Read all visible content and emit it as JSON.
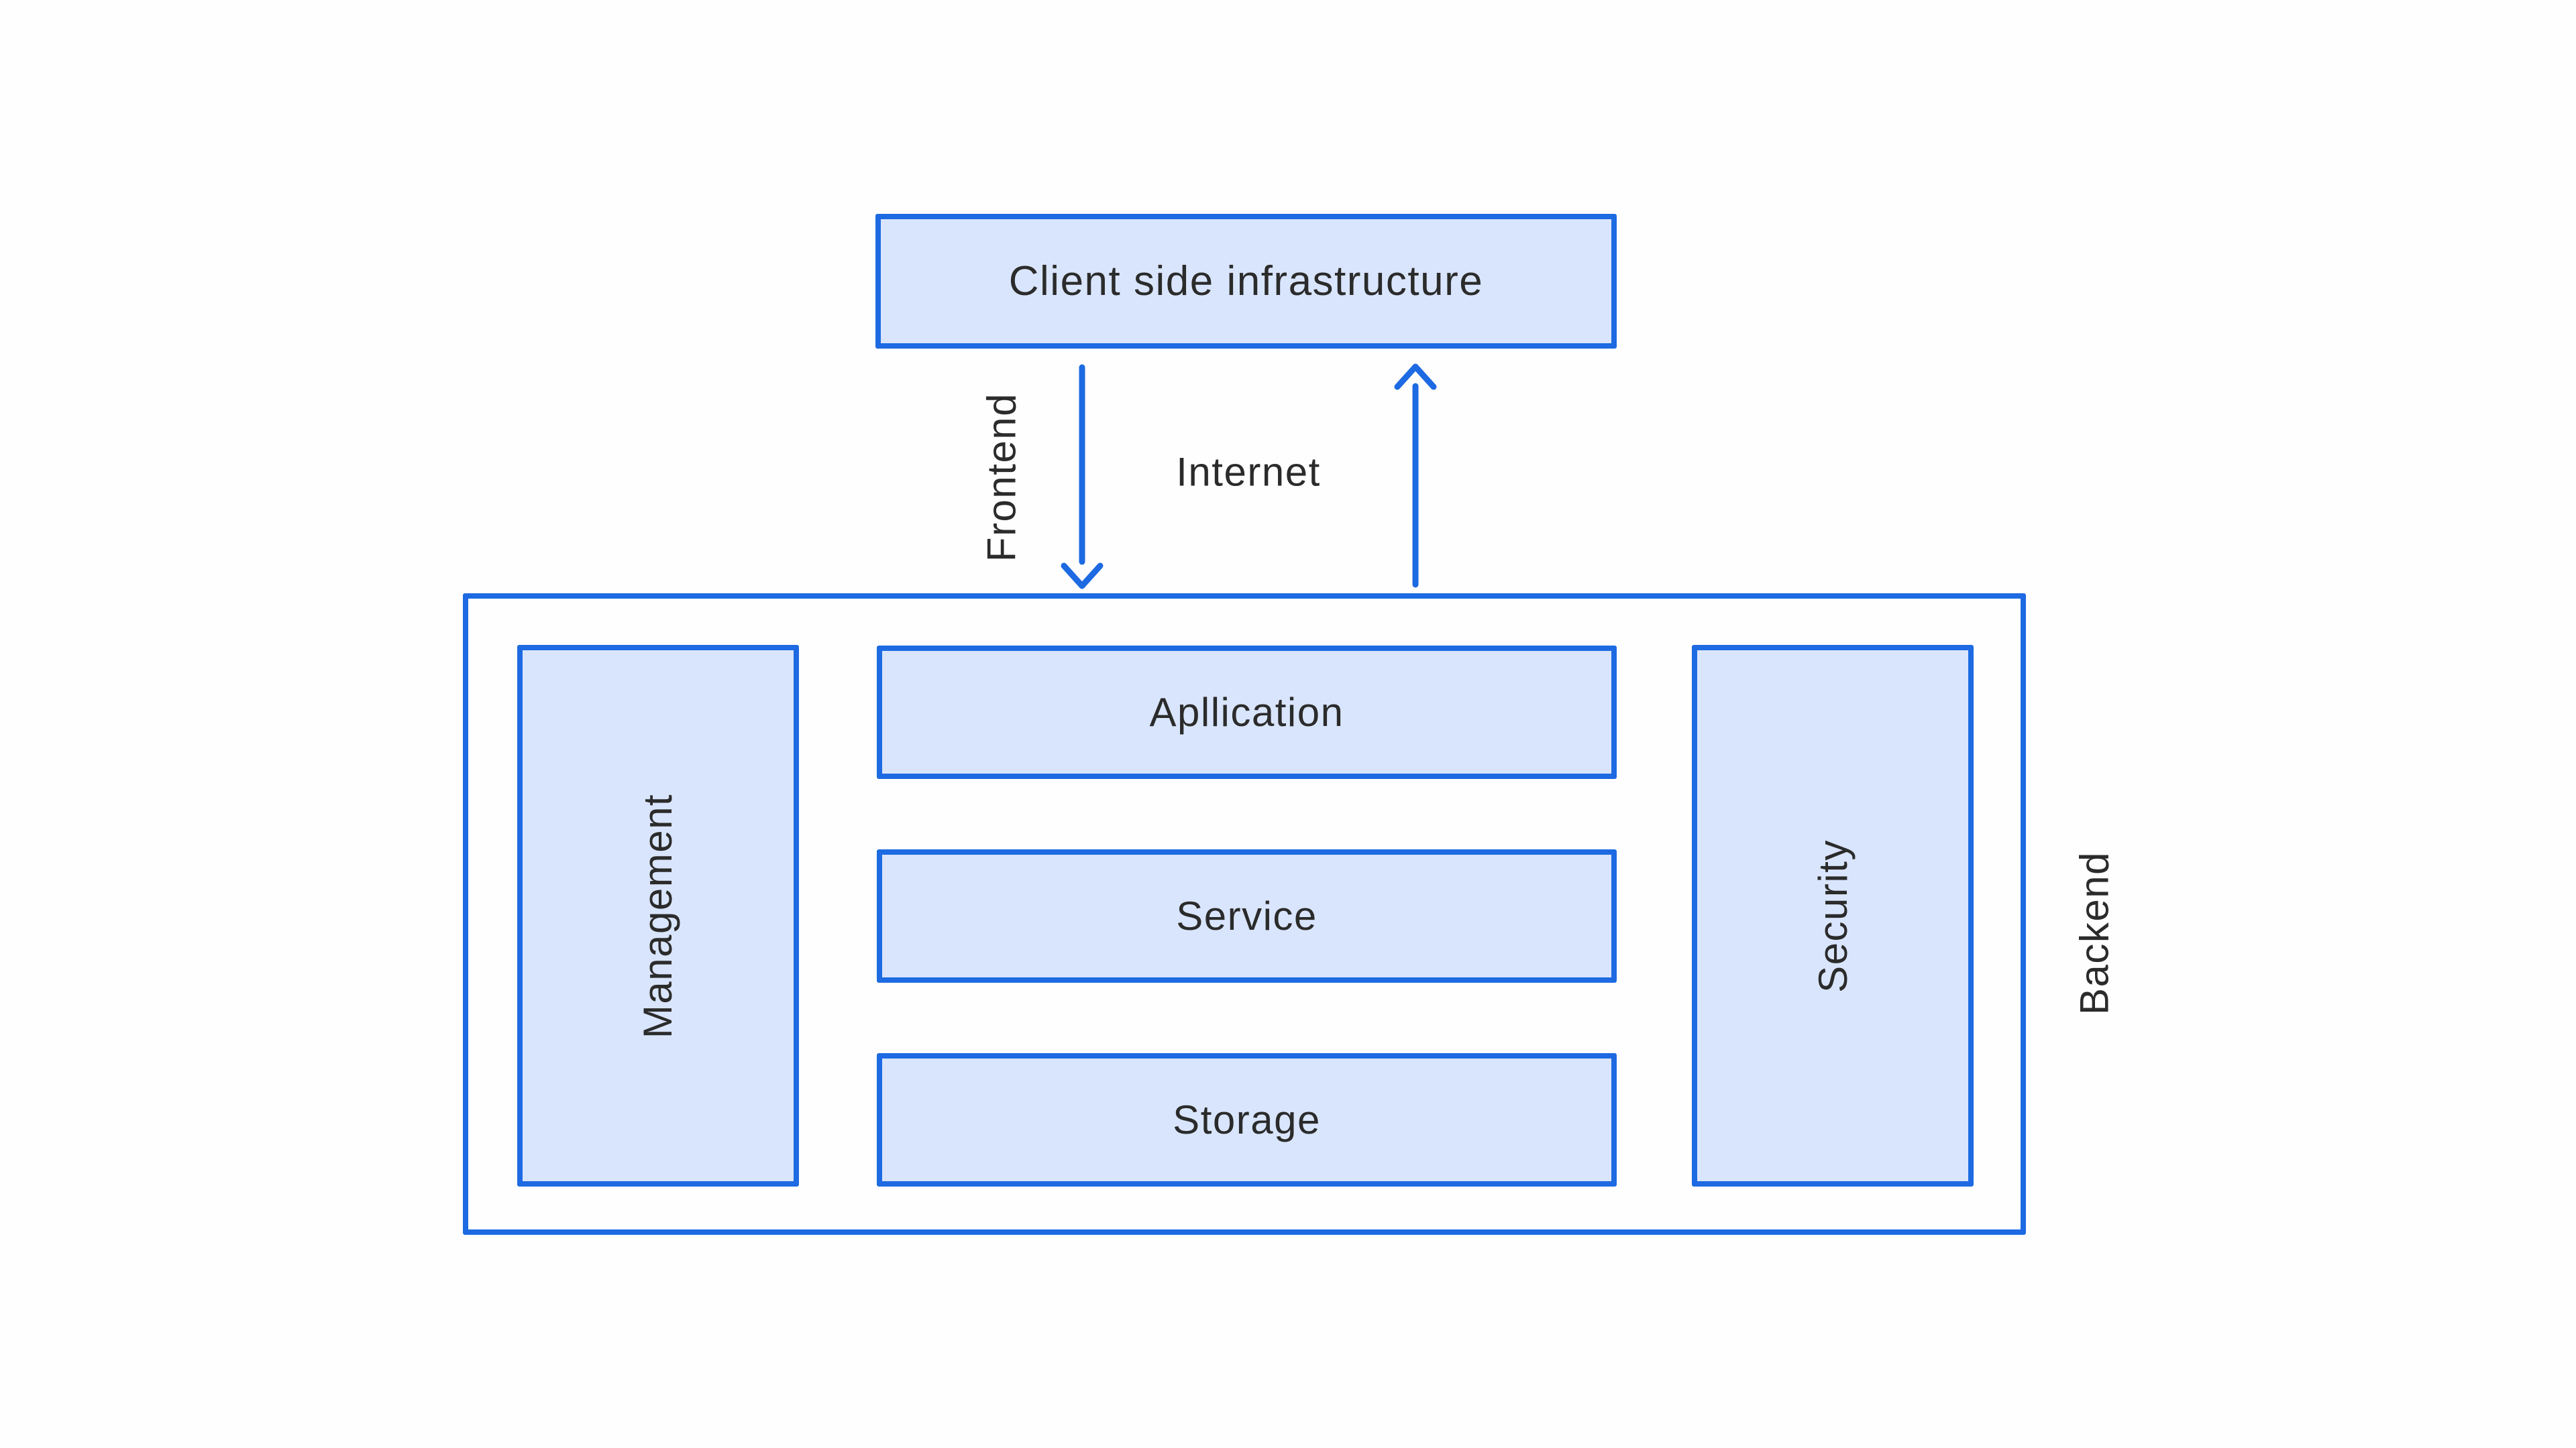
{
  "nodes": {
    "client": "Client side infrastructure",
    "management": "Management",
    "application": "Apllication",
    "service": "Service",
    "storage": "Storage",
    "security": "Security"
  },
  "labels": {
    "frontend": "Frontend",
    "internet": "Internet",
    "backend": "Backend"
  },
  "icons": {
    "request_arrow": "arrow-down-icon",
    "response_arrow": "arrow-up-icon"
  },
  "colors": {
    "accent_blue": "#1d6ae2",
    "node_fill": "#d9e5fc",
    "text": "#2b2b2b",
    "background": "#fefefe"
  }
}
